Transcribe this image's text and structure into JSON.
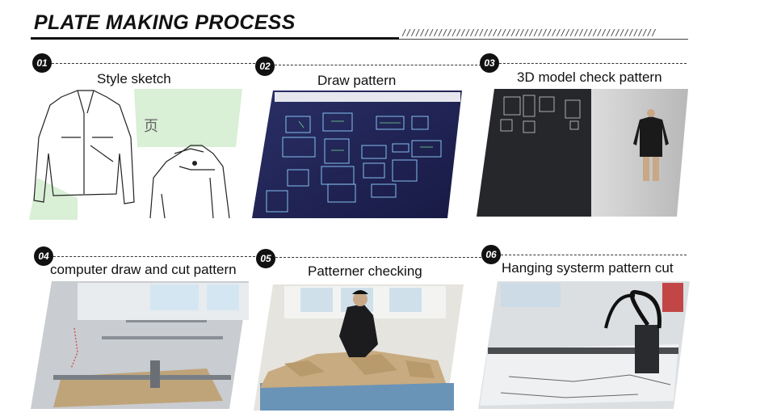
{
  "header": {
    "title": "PLATE MAKING PROCESS",
    "hatch": "////////////////////////////////////////////////////////"
  },
  "steps": [
    {
      "number": "01",
      "label": "Style sketch"
    },
    {
      "number": "02",
      "label": "Draw pattern"
    },
    {
      "number": "03",
      "label": "3D model check pattern"
    },
    {
      "number": "04",
      "label": "computer draw and cut pattern"
    },
    {
      "number": "05",
      "label": "Patterner checking"
    },
    {
      "number": "06",
      "label": "Hanging systerm pattern cut"
    }
  ],
  "sketch_text": "页"
}
